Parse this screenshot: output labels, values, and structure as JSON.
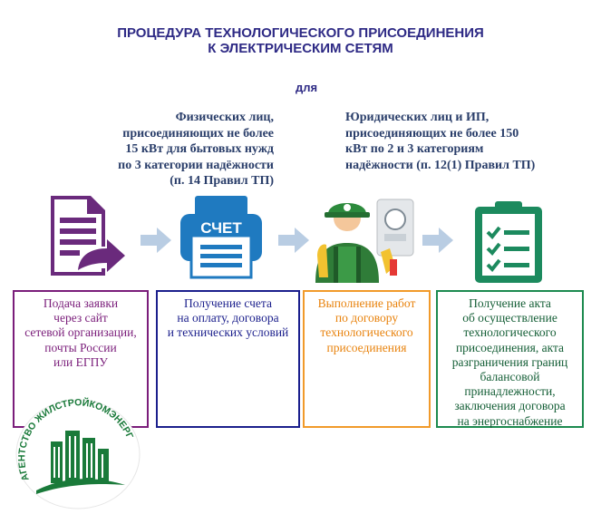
{
  "title": {
    "line1": "ПРОЦЕДУРА ТЕХНОЛОГИЧЕСКОГО ПРИСОЕДИНЕНИЯ",
    "line2": "К ЭЛЕКТРИЧЕСКИМ СЕТЯМ"
  },
  "for_label": "для",
  "categories": {
    "left": [
      "Физических лиц,",
      "присоединяющих не более",
      "15 кВт для бытовых нужд",
      "по 3 категории надёжности",
      "(п. 14 Правил ТП)"
    ],
    "right": [
      "Юридических лиц и ИП,",
      "присоединяющих не более 150",
      "кВт по 2 и 3 категориям",
      "надёжности (п. 12(1) Правил ТП)"
    ]
  },
  "icons": {
    "step1": "document-arrow-icon",
    "step2": "printer-invoice-icon",
    "step2_text": "СЧЕТ",
    "step3": "electrician-worker-icon",
    "step4": "checklist-clipboard-icon"
  },
  "steps": [
    {
      "color": "#7a1d7a",
      "lines": [
        "Подача заявки",
        "через сайт",
        "сетевой организации,",
        "почты России",
        "или ЕГПУ"
      ]
    },
    {
      "color": "#1b1f8c",
      "lines": [
        "Получение счета",
        "на оплату, договора",
        "и технических условий"
      ]
    },
    {
      "color": "#f19a2a",
      "lines": [
        "Выполнение работ",
        "по договору",
        "технологического",
        "присоединения"
      ]
    },
    {
      "color": "#1c8a4f",
      "lines": [
        "Получение акта",
        "об осуществление",
        "технологического",
        "присоединения, акта",
        "разграничения границ",
        "балансовой",
        "принадлежности,",
        "заключения договора",
        "на энергоснабжение"
      ]
    }
  ],
  "logo": {
    "text": "АГЕНТСТВО ЖИЛСТРОЙКОМЭНЕРГО",
    "color": "#1a7a3a"
  }
}
